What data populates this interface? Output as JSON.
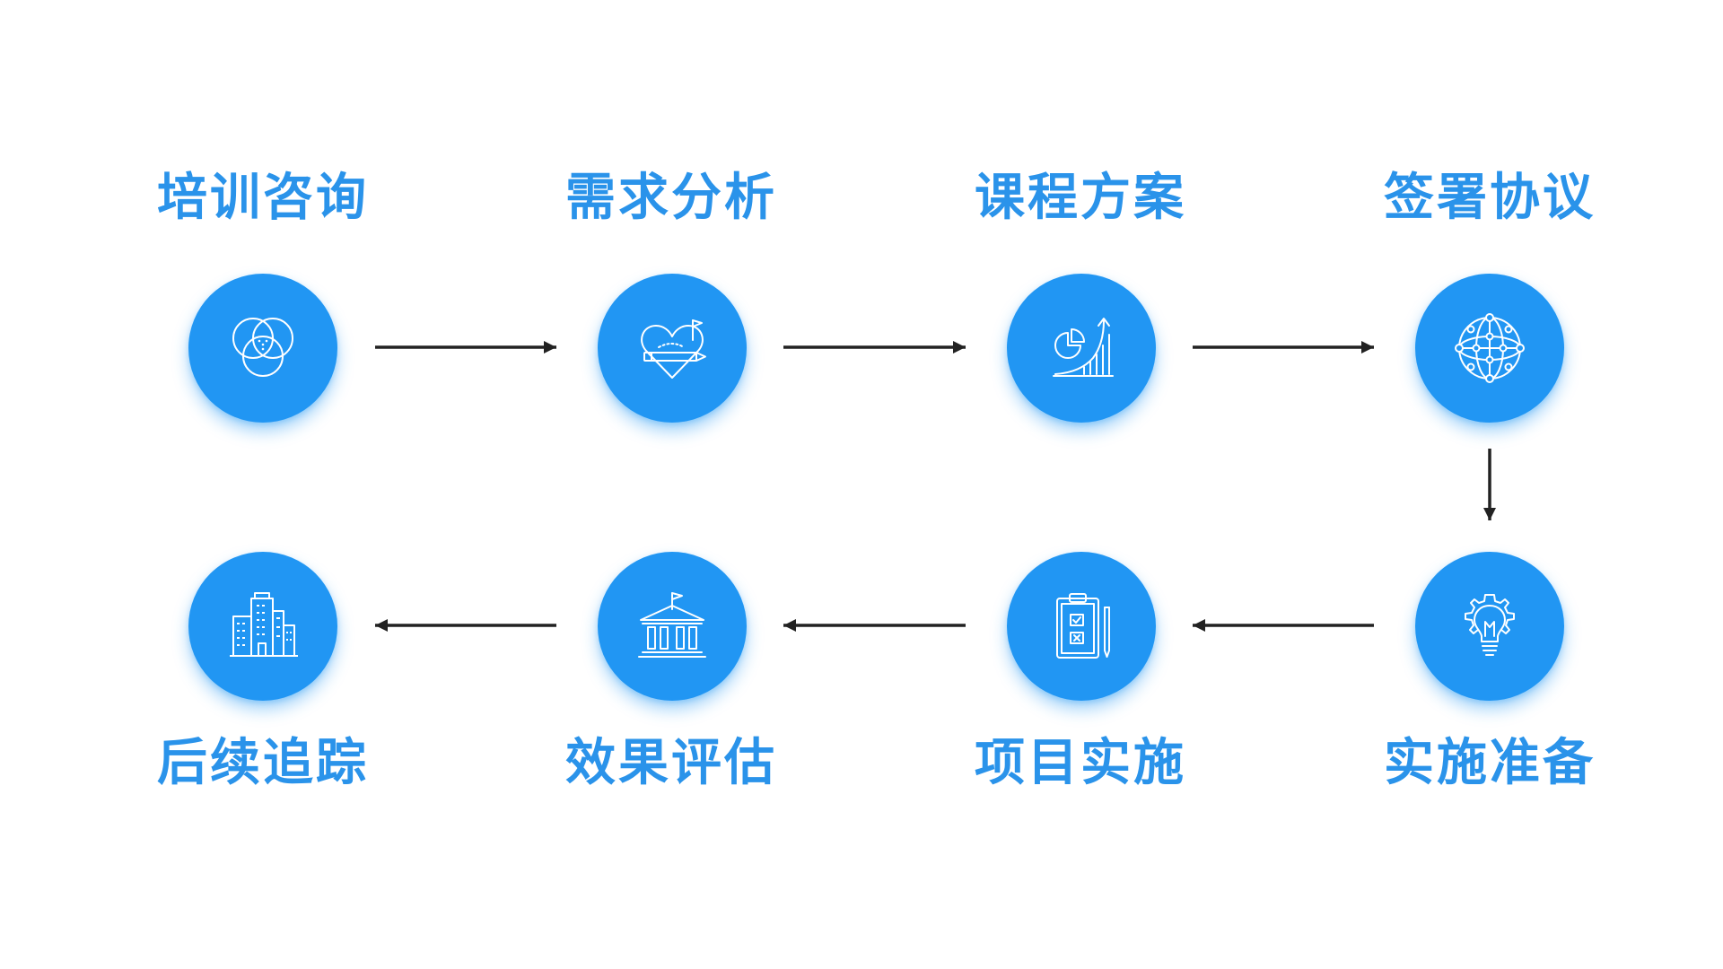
{
  "colors": {
    "accent": "#2196f3",
    "label_text": "#2a93ea",
    "arrow": "#222222",
    "icon_stroke": "#ffffff"
  },
  "steps": [
    {
      "label": "培训咨询",
      "icon": "venn-circles-icon"
    },
    {
      "label": "需求分析",
      "icon": "heart-pencil-icon"
    },
    {
      "label": "课程方案",
      "icon": "growth-chart-icon"
    },
    {
      "label": "签署协议",
      "icon": "network-globe-icon"
    },
    {
      "label": "实施准备",
      "icon": "lightbulb-gear-icon"
    },
    {
      "label": "项目实施",
      "icon": "clipboard-checklist-icon"
    },
    {
      "label": "效果评估",
      "icon": "institution-building-icon"
    },
    {
      "label": "后续追踪",
      "icon": "office-buildings-icon"
    }
  ]
}
